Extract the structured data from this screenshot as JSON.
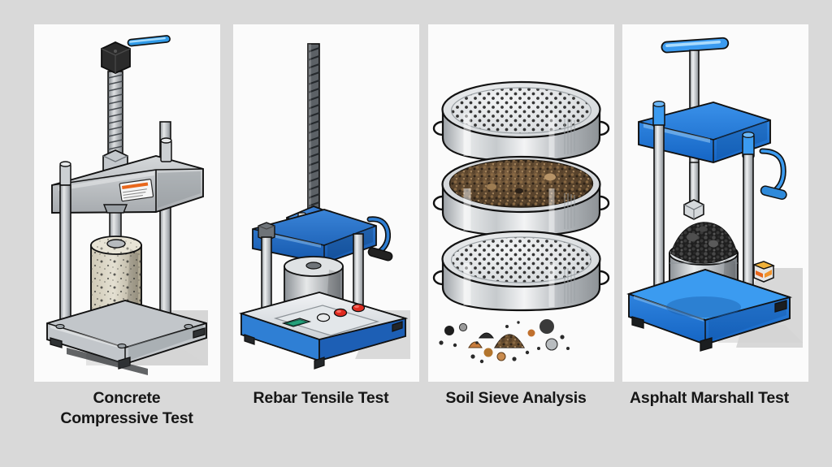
{
  "figure": {
    "background_color": "#d9d9d9",
    "panel_color": "#fbfbfb",
    "panel_count": 4,
    "style": "isometric technical illustration"
  },
  "palette": {
    "blue": "#1f6fd0",
    "blue_light": "#2e95f0",
    "steel": "#b9bcc0",
    "steel_dark": "#7d8288",
    "concrete": "#d8d2c2",
    "asphalt": "#2b2b2b",
    "soil": "#7a5a33",
    "red": "#e02b20",
    "green": "#1f9b6e",
    "orange": "#e8671c",
    "outline": "#111111",
    "shadow": "#c6c6c6"
  },
  "panels": [
    {
      "id": "concrete-compressive-test",
      "caption_lines": [
        "Concrete",
        "Compressive Test"
      ],
      "equipment": "compression testing frame",
      "parts": [
        "hex screw head",
        "blue lever handle",
        "threaded loading screw",
        "hex nut",
        "gray crossbeam",
        "warning label",
        "two steel guide columns",
        "concrete cylinder specimen",
        "gray base plate with bolts and feet"
      ],
      "label": {
        "header_color": "#e8671c",
        "body_color": "#f4f4f4",
        "text_lines": 3
      }
    },
    {
      "id": "rebar-tensile-test",
      "caption_lines": [
        "Rebar Tensile Test"
      ],
      "equipment": "rebar tensile testing machine",
      "parts": [
        "deformed rebar specimen",
        "blue upper grip head",
        "blue crossbeam",
        "black crank handle",
        "two steel guide columns",
        "gray cylindrical lower grip",
        "blue machine base",
        "light gray control panel",
        "green display screen",
        "white button",
        "red button",
        "red button"
      ],
      "controls": {
        "display_color": "#1f9b6e",
        "buttons": [
          {
            "name": "white-button",
            "color": "#e9e9e9"
          },
          {
            "name": "red-button-1",
            "color": "#e02b20"
          },
          {
            "name": "red-button-2",
            "color": "#e02b20"
          }
        ]
      }
    },
    {
      "id": "soil-sieve-analysis",
      "caption_lines": [
        "Soil Sieve Analysis"
      ],
      "equipment": "stacked test sieve set",
      "parts": [
        "top sieve with perforated mesh",
        "middle sieve filled with soil aggregate",
        "bottom sieve with perforated mesh",
        "sieve side handles",
        "scattered soil sample particles"
      ],
      "sieve_count": 3,
      "soil_pile": {
        "main_pile_color": "#7a5a33",
        "particle_count": 22
      }
    },
    {
      "id": "asphalt-marshall-test",
      "caption_lines": [
        "Asphalt Marshall Test"
      ],
      "equipment": "Marshall stability compaction press",
      "parts": [
        "blue T-handle",
        "vertical loading shaft",
        "blue crossbeam",
        "blue guide post caps",
        "two steel guide columns",
        "suspended loading block",
        "gray specimen mold",
        "black asphalt mix specimen",
        "blue crank handle",
        "orange control box",
        "blue machine base with feet"
      ]
    }
  ]
}
